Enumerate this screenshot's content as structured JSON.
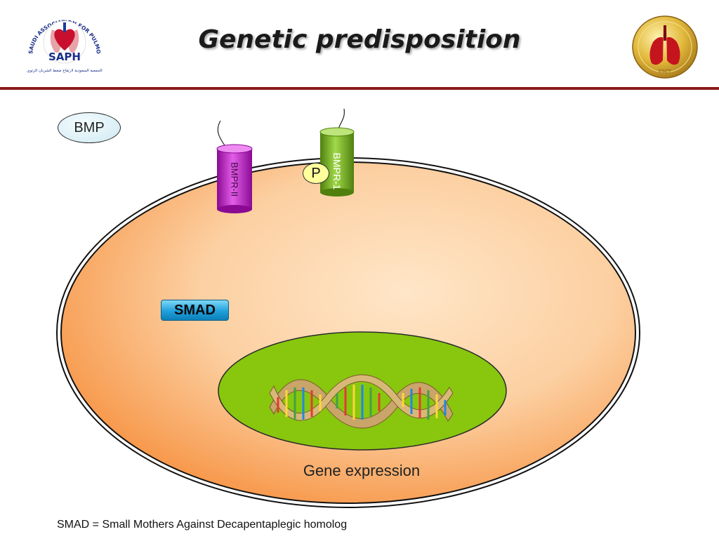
{
  "slide": {
    "title": "Genetic predisposition",
    "footnote": "SMAD = Small Mothers Against Decapentaplegic homolog"
  },
  "logos": {
    "left": {
      "text_top": "SAUDI ASSOCIATION FOR PULMONARY HYPERTENSION",
      "acronym": "SAPH",
      "text_bottom": "الجمعية السعودية لارتفاع ضغط الشريان الرئوي"
    },
    "right": {
      "text": "ESCT"
    }
  },
  "diagram": {
    "ligand": "BMP",
    "receptor_2": "BMPR-II",
    "receptor_1": "BMPR-1",
    "phosphate": "P",
    "transducer": "SMAD",
    "nucleus_label": "Gene expression"
  },
  "colors": {
    "title_rule": "#8b1a1a",
    "cell_fill": "#fbc48c",
    "nucleus_fill": "#88c70e",
    "receptor_2": "#c013c9",
    "receptor_1": "#6aa515",
    "smad": "#1ea0dc",
    "phosphate": "#ffff9c"
  }
}
